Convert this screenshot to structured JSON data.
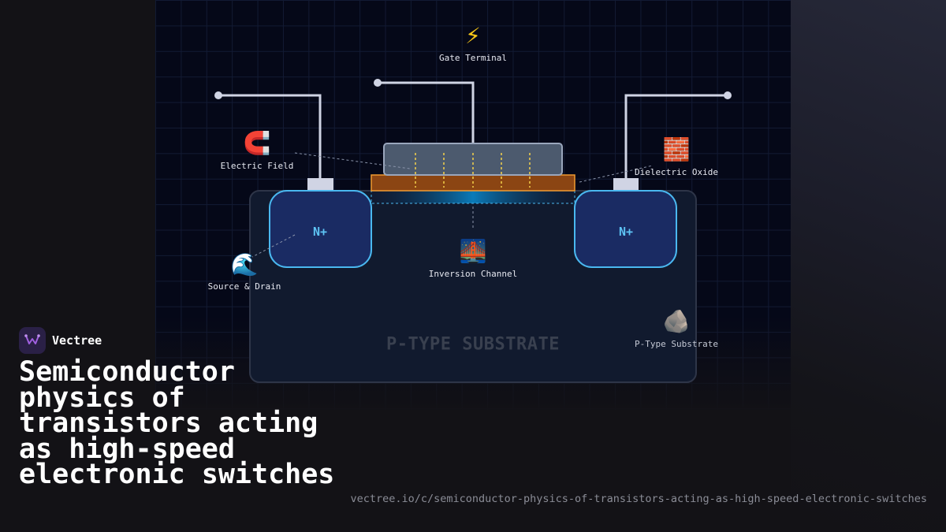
{
  "diagram": {
    "gate_label": "Gate Terminal",
    "gate_icon": "⚡",
    "field_label": "Electric Field",
    "field_icon": "🧲",
    "oxide_label": "Dielectric Oxide",
    "oxide_icon": "🧱",
    "source_drain_label": "Source & Drain",
    "source_drain_icon": "🌊",
    "channel_label": "Inversion Channel",
    "channel_icon": "🌉",
    "substrate_label": "P-Type Substrate",
    "substrate_icon": "🪨",
    "substrate_text": "P-TYPE SUBSTRATE",
    "left_well": "N+",
    "right_well": "N+"
  },
  "brand": {
    "name": "Vectree"
  },
  "title": "Semiconductor physics of transistors acting as high-speed electronic switches",
  "url": "vectree.io/c/semiconductor-physics-of-transistors-acting-as-high-speed-electronic-switches",
  "colors": {
    "background": "#131216",
    "grid_background": "#050818",
    "wire": "#d0d4e4",
    "oxide": "#8b4513",
    "well_border": "#4ab8f0",
    "well_fill": "#1a2b63",
    "accent": "#a060e0"
  }
}
